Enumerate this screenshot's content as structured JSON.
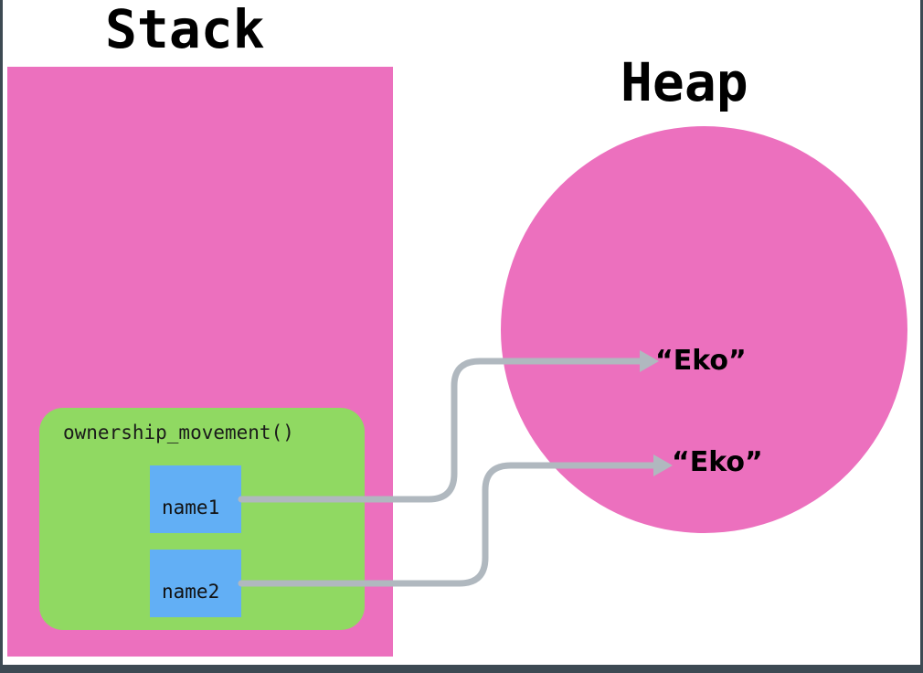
{
  "diagram": {
    "title_stack": "Stack",
    "title_heap": "Heap",
    "frame_label": "ownership_movement()",
    "variables": [
      {
        "name": "name1",
        "points_to": "“Eko”"
      },
      {
        "name": "name2",
        "points_to": "“Eko”"
      }
    ],
    "heap_values": [
      {
        "text": "“Eko”"
      },
      {
        "text": "“Eko”"
      }
    ],
    "colors": {
      "memory_region": "#ec70be",
      "stack_frame": "#90d962",
      "variable_slot": "#62aff5",
      "connector": "#b0b8bf",
      "text": "#000000",
      "background": "#ffffff",
      "chrome_bar": "#3d4a53"
    }
  }
}
